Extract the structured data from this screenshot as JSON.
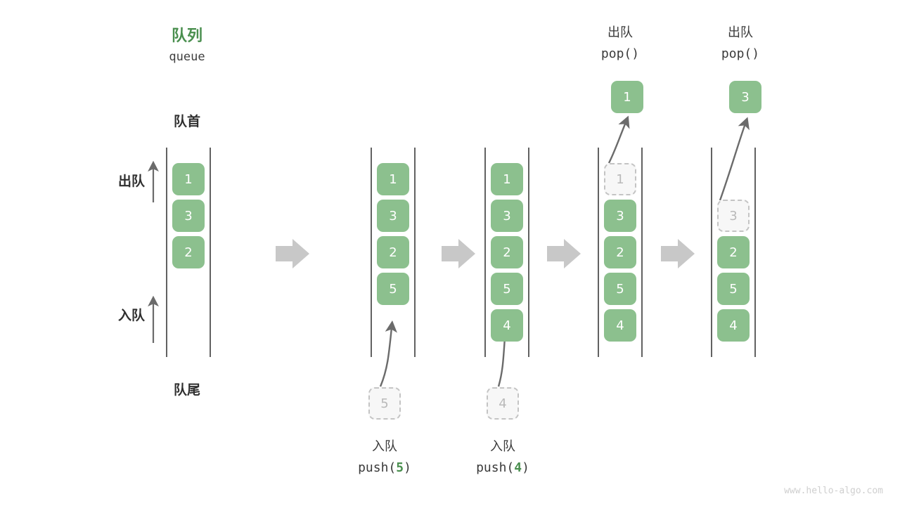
{
  "meta": {
    "watermark": "www.hello-algo.com",
    "colors": {
      "accent_green": "#4a8f4f",
      "cell_fill": "#8cc08e",
      "cell_text": "#ffffff",
      "ghost_fill": "#f7f7f7",
      "ghost_border": "#c4c4c4",
      "ghost_text": "#b9b9b9",
      "rail": "#3a3a3a",
      "arrow_gray": "#c8c8c8",
      "thin_arrow": "#6b6b6b",
      "text_dark": "#2f2f2f"
    }
  },
  "header": {
    "title_cn": "队列",
    "title_en": "queue"
  },
  "labels": {
    "front": "队首",
    "rear": "队尾",
    "dequeue": "出队",
    "enqueue": "入队"
  },
  "stages": [
    {
      "id": "initial",
      "caption_cn": "",
      "caption_code": "",
      "cells": [
        {
          "value": "1",
          "state": "filled"
        },
        {
          "value": "3",
          "state": "filled"
        },
        {
          "value": "2",
          "state": "filled"
        }
      ],
      "incoming": null,
      "outgoing": null
    },
    {
      "id": "push-5",
      "caption_cn": "入队",
      "caption_code_prefix": "push(",
      "caption_code_value": "5",
      "caption_code_suffix": ")",
      "cells": [
        {
          "value": "1",
          "state": "filled"
        },
        {
          "value": "3",
          "state": "filled"
        },
        {
          "value": "2",
          "state": "filled"
        },
        {
          "value": "5",
          "state": "filled"
        }
      ],
      "incoming": {
        "value": "5",
        "state": "ghost"
      },
      "outgoing": null
    },
    {
      "id": "push-4",
      "caption_cn": "入队",
      "caption_code_prefix": "push(",
      "caption_code_value": "4",
      "caption_code_suffix": ")",
      "cells": [
        {
          "value": "1",
          "state": "filled"
        },
        {
          "value": "3",
          "state": "filled"
        },
        {
          "value": "2",
          "state": "filled"
        },
        {
          "value": "5",
          "state": "filled"
        },
        {
          "value": "4",
          "state": "filled"
        }
      ],
      "incoming": {
        "value": "4",
        "state": "ghost"
      },
      "outgoing": null
    },
    {
      "id": "pop-1",
      "caption_cn": "出队",
      "caption_code": "pop()",
      "cells": [
        {
          "value": "1",
          "state": "ghost"
        },
        {
          "value": "3",
          "state": "filled"
        },
        {
          "value": "2",
          "state": "filled"
        },
        {
          "value": "5",
          "state": "filled"
        },
        {
          "value": "4",
          "state": "filled"
        }
      ],
      "incoming": null,
      "outgoing": {
        "value": "1",
        "state": "filled"
      }
    },
    {
      "id": "pop-3",
      "caption_cn": "出队",
      "caption_code": "pop()",
      "cells": [
        {
          "value": "",
          "state": "empty"
        },
        {
          "value": "3",
          "state": "ghost"
        },
        {
          "value": "2",
          "state": "filled"
        },
        {
          "value": "5",
          "state": "filled"
        },
        {
          "value": "4",
          "state": "filled"
        }
      ],
      "incoming": null,
      "outgoing": {
        "value": "3",
        "state": "filled"
      }
    }
  ]
}
